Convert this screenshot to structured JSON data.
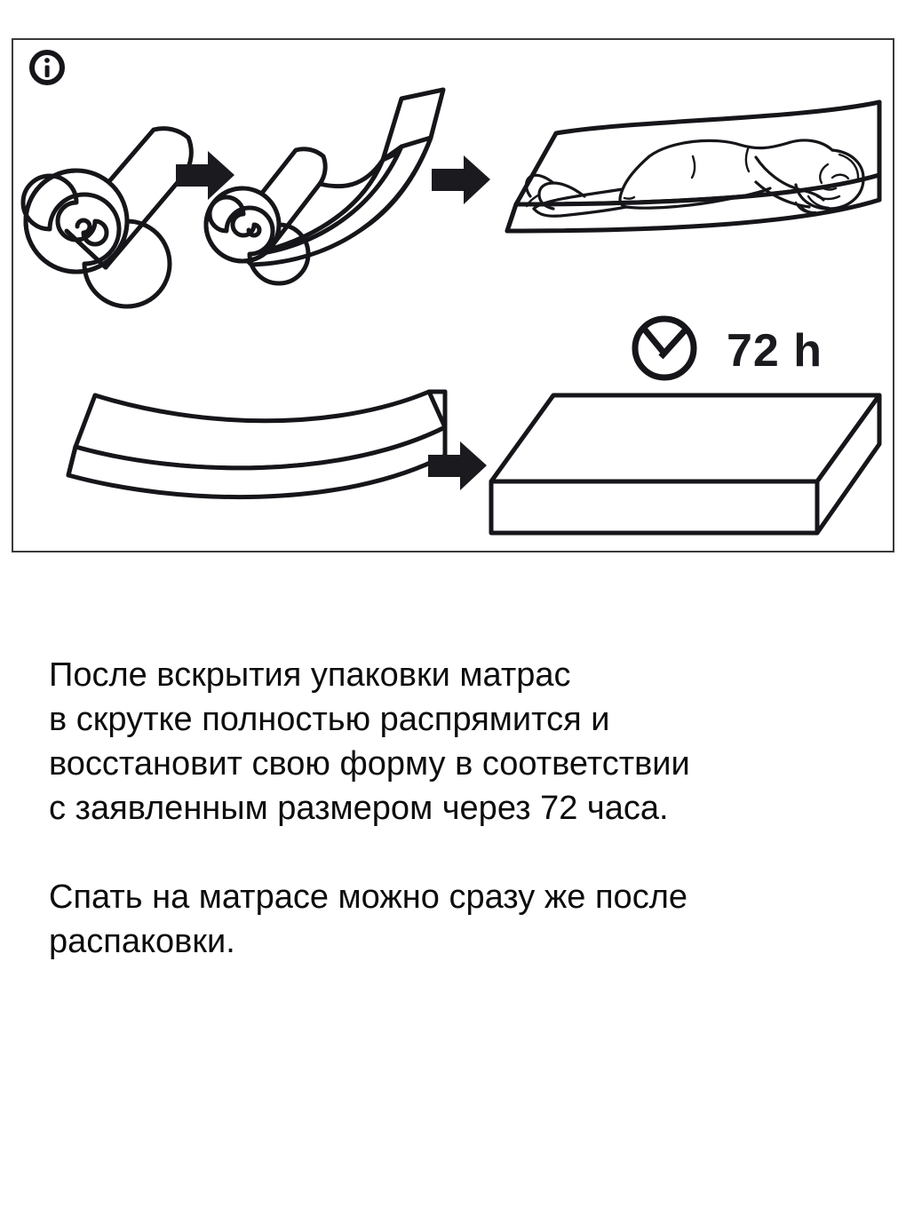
{
  "document": {
    "kind": "mattress-unpacking-instruction-sheet",
    "language": "ru"
  },
  "illustration": {
    "info_badge": {
      "name": "info-icon",
      "glyph": "i",
      "label": "i"
    },
    "duration_badge": {
      "clock_icon_name": "clock-icon",
      "value": "72 h"
    },
    "steps": [
      {
        "order": 1,
        "name": "rolled-mattress",
        "description": "Matras skruchen v rulon"
      },
      {
        "order": 2,
        "name": "partially-unrolled-mattress",
        "description": "Matras chastichno razvernut"
      },
      {
        "order": 3,
        "name": "person-sleeping-on-curved-mattress",
        "description": "Chelovek spit na matrase"
      },
      {
        "order": 4,
        "name": "curved-mattress",
        "description": "Matras ostalsya izognutym"
      },
      {
        "order": 5,
        "name": "flat-mattress",
        "description": "Matras polnostyu raspryamilsya"
      }
    ],
    "arrows": [
      {
        "name": "step-arrow-1"
      },
      {
        "name": "step-arrow-2"
      },
      {
        "name": "step-arrow-3"
      }
    ],
    "colors": {
      "ink": "#16161a",
      "frame": "#3a3a3a",
      "paper": "#ffffff"
    }
  },
  "caption": {
    "paragraphs": [
      "После вскрытия упаковки матрас\nв скрутке полностью распрямится и\nвосстановит свою форму в соответствии\nс заявленным размером через 72 часа.",
      "Спать на матрасе можно сразу же после\nраспаковки."
    ]
  }
}
